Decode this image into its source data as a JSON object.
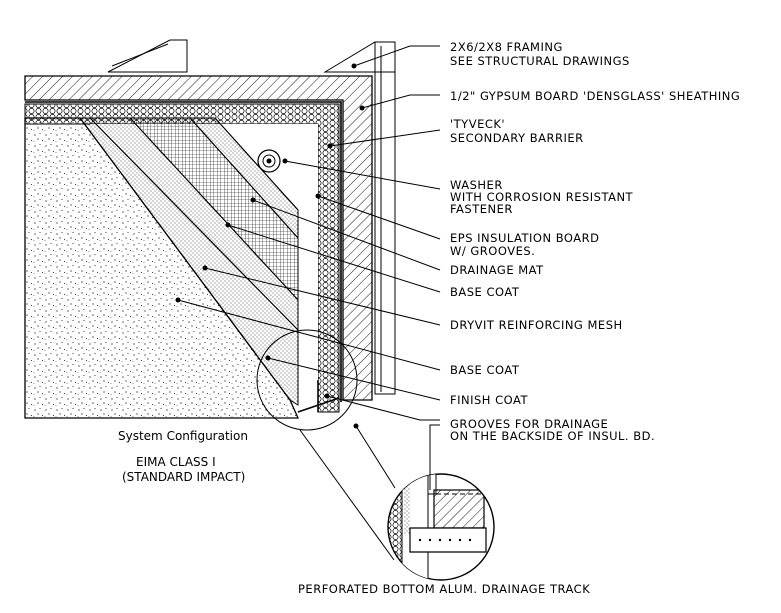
{
  "labels": {
    "framing_1": "2X6/2X8 FRAMING",
    "framing_2": "SEE STRUCTURAL DRAWINGS",
    "gypsum": "1/2\" GYPSUM BOARD 'DENSGLASS' SHEATHING",
    "tyvek_1": "'TYVECK'",
    "tyvek_2": "SECONDARY BARRIER",
    "washer_1": "WASHER",
    "washer_2": "WITH CORROSION RESISTANT",
    "washer_3": "FASTENER",
    "eps_1": "EPS INSULATION BOARD",
    "eps_2": "W/ GROOVES.",
    "drainage_mat": "DRAINAGE MAT",
    "base_coat_1": "BASE COAT",
    "mesh": "DRYVIT REINFORCING MESH",
    "base_coat_2": "BASE COAT",
    "finish_coat": "FINISH COAT",
    "grooves_1": "GROOVES FOR DRAINAGE",
    "grooves_2": "ON THE BACKSIDE OF INSUL. BD.",
    "track": "PERFORATED BOTTOM ALUM. DRAINAGE TRACK"
  },
  "captions": {
    "system": "System Configuration",
    "class_1": "EIMA CLASS I",
    "class_2": "(STANDARD IMPACT)"
  }
}
